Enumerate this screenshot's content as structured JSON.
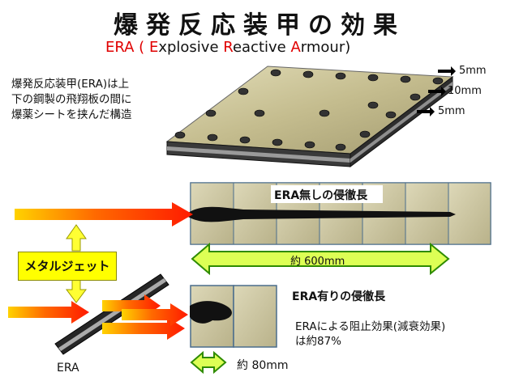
{
  "title": "爆発反応装甲の効果",
  "subtitle": {
    "prefix": "ERA (",
    "parts": [
      {
        "red": "E",
        "rest": "xplosive "
      },
      {
        "red": "R",
        "rest": "eactive "
      },
      {
        "red": "A",
        "rest": "rmour)"
      }
    ]
  },
  "description_lines": [
    "爆発反応装甲(ERA)は上",
    "下の鋼製の飛翔板の間に",
    "爆薬シートを挟んだ構造"
  ],
  "layers": [
    "5mm",
    "10mm",
    "5mm"
  ],
  "without_era": {
    "label": "ERA無しの侵徹長",
    "length": "約 600mm"
  },
  "with_era": {
    "label": "ERA有りの侵徹長",
    "length": "約 80mm"
  },
  "metal_jet": "メタルジェット",
  "era_plate_label": "ERA",
  "effect_lines": [
    "ERAによる阻止効果(減衰効果)",
    "は約87%"
  ],
  "colors": {
    "arrow_red": "#ff2a00",
    "arrow_yellow": "#ffd700",
    "block": "#c9c49e",
    "panel": "#d9d4ae"
  }
}
